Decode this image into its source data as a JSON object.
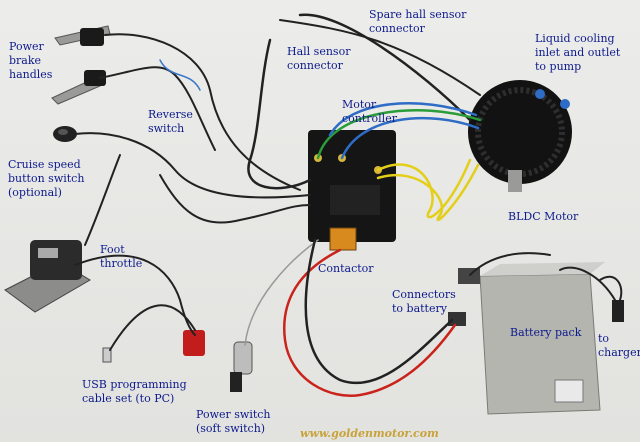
{
  "labels": {
    "power_brake": [
      "Power",
      "brake",
      "handles"
    ],
    "reverse_switch": [
      "Reverse",
      "switch"
    ],
    "cruise_switch": [
      "Cruise speed",
      "button switch",
      "(optional)"
    ],
    "foot_throttle": [
      "Foot",
      "throttle"
    ],
    "usb_cable": [
      "USB programming",
      "cable set (to PC)"
    ],
    "power_switch": [
      "Power switch",
      "(soft switch)"
    ],
    "spare_hall": [
      "Spare hall sensor",
      "connector"
    ],
    "hall_sensor": [
      "Hall sensor",
      "connector"
    ],
    "motor_controller": [
      "Motor",
      "controller"
    ],
    "liquid_cooling": [
      "Liquid cooling",
      "inlet and outlet",
      "to pump"
    ],
    "bldc_motor": [
      "BLDC Motor"
    ],
    "contactor": [
      "Contactor"
    ],
    "connectors_battery": [
      "Connectors",
      "to battery"
    ],
    "battery_pack": [
      "Battery pack"
    ],
    "to_charger": [
      "to",
      "charger"
    ]
  },
  "watermark": "www.goldenmotor.com",
  "colors": {
    "label_text": "#0d1a8c",
    "watermark": "#c8a23a",
    "background": "#e6e6e4"
  }
}
